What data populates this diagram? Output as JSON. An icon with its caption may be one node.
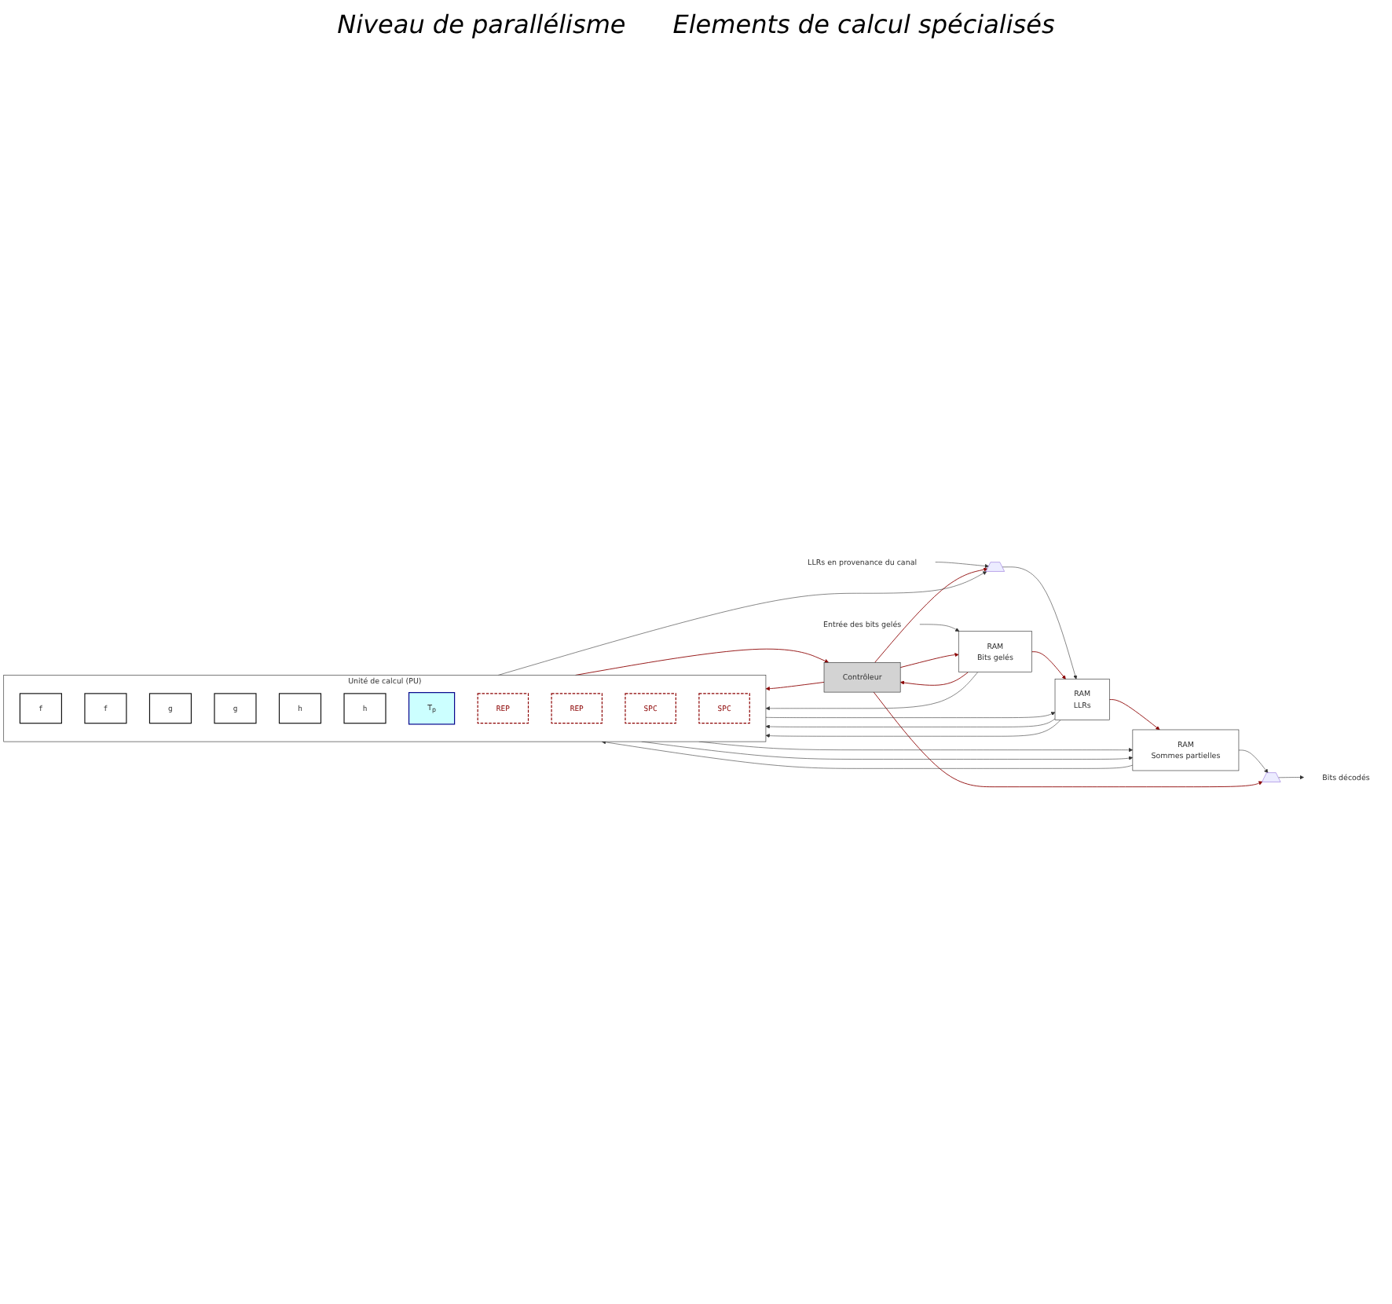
{
  "diagram": {
    "nodes": [
      {
        "text": [
          "Bits décodés"
        ]
      },
      {
        "text": [
          "Unité de calcul (PU)"
        ]
      },
      {
        "text": [
          "RAM",
          "Sommes partielles"
        ]
      },
      {
        "text": [],
        "shape": "trapezoid"
      },
      {
        "text": [
          "f"
        ],
        "in": 1
      },
      {
        "text": [
          "f"
        ],
        "in": 1
      },
      {
        "text": [
          "g"
        ],
        "in": 1
      },
      {
        "text": [
          "g"
        ],
        "in": 1
      },
      {
        "text": [
          "RAM",
          "LLRs"
        ]
      },
      {
        "text": [
          "h"
        ],
        "in": 1
      },
      {
        "text": [
          "h"
        ],
        "in": 1
      },
      {
        "text": [],
        "shape": "trapezoid"
      },
      {
        "text": [
          "LLRs en provenance du canal"
        ]
      },
      {
        "text": [
          "T$_{p}$"
        ],
        "in": 1
      },
      {
        "text": [
          "RAM",
          "Bits gelés"
        ]
      },
      {
        "text": [
          "REP"
        ],
        "in": 1
      },
      {
        "text": [
          "REP"
        ],
        "in": 1
      },
      {
        "text": [
          "Entrée des bits gelés"
        ]
      },
      {
        "text": [
          "SPC"
        ],
        "in": 1
      },
      {
        "text": [
          "SPC"
        ],
        "in": 1
      },
      {
        "text": [
          "Contrôleur"
        ]
      }
    ],
    "edges": [
      {
        "from": 1,
        "to": 2,
        "arrow": "to"
      },
      {
        "from": 1,
        "to": 2,
        "arrow": "to"
      },
      {
        "from": 1,
        "to": 8,
        "arrow": "to"
      },
      {
        "from": 1,
        "to": 11,
        "arrow": "to"
      },
      {
        "from": 12,
        "to": 11,
        "arrow": "to"
      },
      {
        "from": 11,
        "to": 8,
        "arrow": "to"
      },
      {
        "from": 8,
        "to": 1,
        "arrow": "to"
      },
      {
        "from": 8,
        "to": 1,
        "arrow": "to"
      },
      {
        "from": 20,
        "to": 11,
        "arrow": "to",
        "color": "#8b0000"
      },
      {
        "from": 8,
        "to": 2,
        "arrow": "to",
        "color": "#8b0000"
      },
      {
        "from": 14,
        "to": 8,
        "arrow": "to",
        "color": "#8b0000"
      },
      {
        "from": 2,
        "to": 3,
        "arrow": "to"
      },
      {
        "from": 3,
        "to": 0,
        "arrow": "to"
      },
      {
        "from": 2,
        "to": 1,
        "arrow": "to"
      },
      {
        "from": 20,
        "to": 3,
        "arrow": "to",
        "color": "#8b0000"
      },
      {
        "from": 17,
        "to": 14,
        "arrow": "to"
      },
      {
        "from": 14,
        "to": 1,
        "arrow": "to"
      },
      {
        "from": 14,
        "to": 20,
        "arrow": "to",
        "color": "#8b0000"
      },
      {
        "from": 20,
        "to": 14,
        "arrow": "to",
        "color": "#8b0000"
      },
      {
        "from": 1,
        "to": 20,
        "arrow": "to",
        "color": "#8b0000"
      },
      {
        "from": 20,
        "to": 1,
        "arrow": "to",
        "color": "#8b0000"
      }
    ],
    "labels": [
      "Niveau de parallélisme",
      "Elements de calcul spécialisés"
    ]
  }
}
